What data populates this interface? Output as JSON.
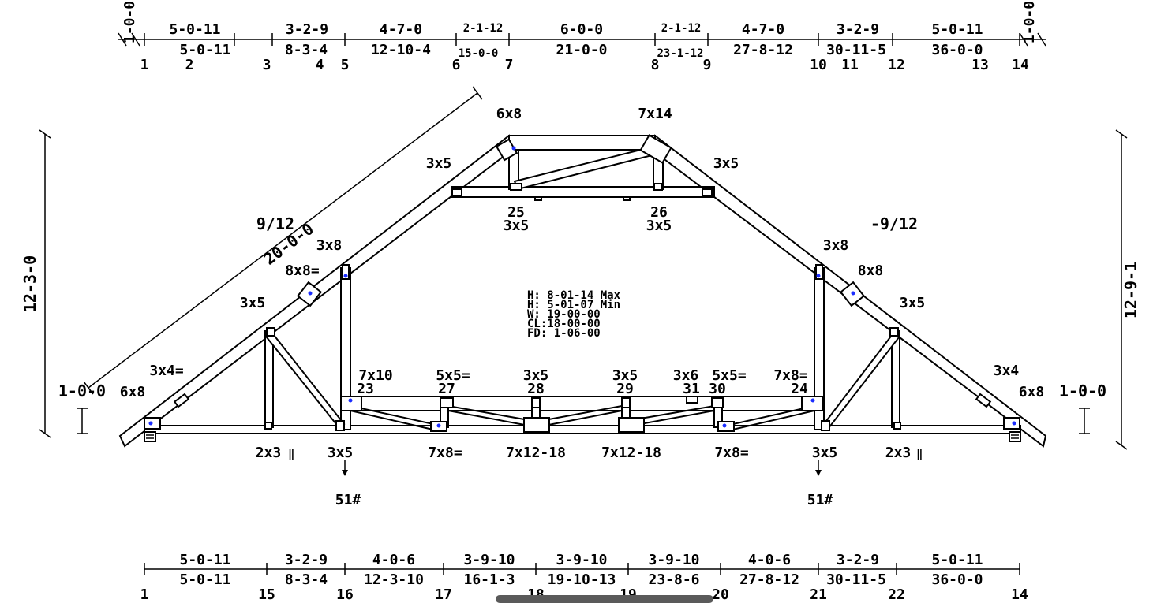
{
  "top_dims": {
    "top_row": [
      "5-0-11",
      "3-2-9",
      "4-7-0",
      "2-1-12",
      "6-0-0",
      "2-1-12",
      "4-7-0",
      "3-2-9",
      "5-0-11"
    ],
    "bottom_row": [
      "5-0-11",
      "8-3-4",
      "12-10-4",
      "15-0-0",
      "21-0-0",
      "23-1-12",
      "27-8-12",
      "30-11-5",
      "36-0-0"
    ],
    "overhang_left": "1-0-0",
    "overhang_right": "1-0-0",
    "nodes": [
      "1",
      "2",
      "3",
      "4",
      "5",
      "6",
      "7",
      "8",
      "9",
      "10",
      "11",
      "12",
      "13",
      "14"
    ]
  },
  "bottom_dims": {
    "top_row": [
      "5-0-11",
      "3-2-9",
      "4-0-6",
      "3-9-10",
      "3-9-10",
      "3-9-10",
      "4-0-6",
      "3-2-9",
      "5-0-11"
    ],
    "bottom_row": [
      "5-0-11",
      "8-3-4",
      "12-3-10",
      "16-1-3",
      "19-10-13",
      "23-8-6",
      "27-8-12",
      "30-11-5",
      "36-0-0"
    ],
    "nodes": [
      "1",
      "15",
      "16",
      "17",
      "18",
      "19",
      "20",
      "21",
      "22",
      "14"
    ]
  },
  "side_dims": {
    "left_height": "12-3-0",
    "right_height": "12-9-1",
    "left_heel": "1-0-0",
    "right_heel": "1-0-0",
    "rafter_length": "20-0-0",
    "left_pitch": "9/12",
    "right_pitch": "-9/12"
  },
  "plates": {
    "top_left": "6x8",
    "top_right": "7x14",
    "upper_left_chord": "3x5",
    "upper_right_chord": "3x5",
    "node25_id": "25",
    "node25_plate": "3x5",
    "node26_id": "26",
    "node26_plate": "3x5",
    "left_vert_top": "3x8",
    "right_vert_top": "3x8",
    "left_splice": "8x8=",
    "right_splice": "8x8",
    "left_mid_chord": "3x5",
    "right_mid_chord": "3x5",
    "left_low_chord": "3x4=",
    "right_low_chord": "3x4",
    "left_heel": "6x8",
    "right_heel": "6x8",
    "attic_left_id": "23",
    "attic_left_plate": "7x10",
    "node27_id": "27",
    "node27_plate": "5x5=",
    "node28_id": "28",
    "node28_plate": "3x5",
    "node29_id": "29",
    "node29_plate": "3x5",
    "node31_id": "31",
    "node31_plate": "3x6",
    "node30_id": "30",
    "node30_plate": "5x5=",
    "attic_right_id": "24",
    "attic_right_plate": "7x8=",
    "bc_left_web": "2x3",
    "bc_left_vert": "3x5",
    "bc_left_panel": "7x8=",
    "bc_center_left": "7x12-18",
    "bc_center_right": "7x12-18",
    "bc_right_panel": "7x8=",
    "bc_right_vert": "3x5",
    "bc_right_web": "2x3"
  },
  "room_info": {
    "h_max": "H:  8-01-14 Max",
    "h_min": "H:  5-01-07 Min",
    "w": "W: 19-00-00",
    "cl": "CL:18-00-00",
    "fd": "FD: 1-06-00"
  },
  "loads": {
    "left": "51#",
    "right": "51#"
  }
}
